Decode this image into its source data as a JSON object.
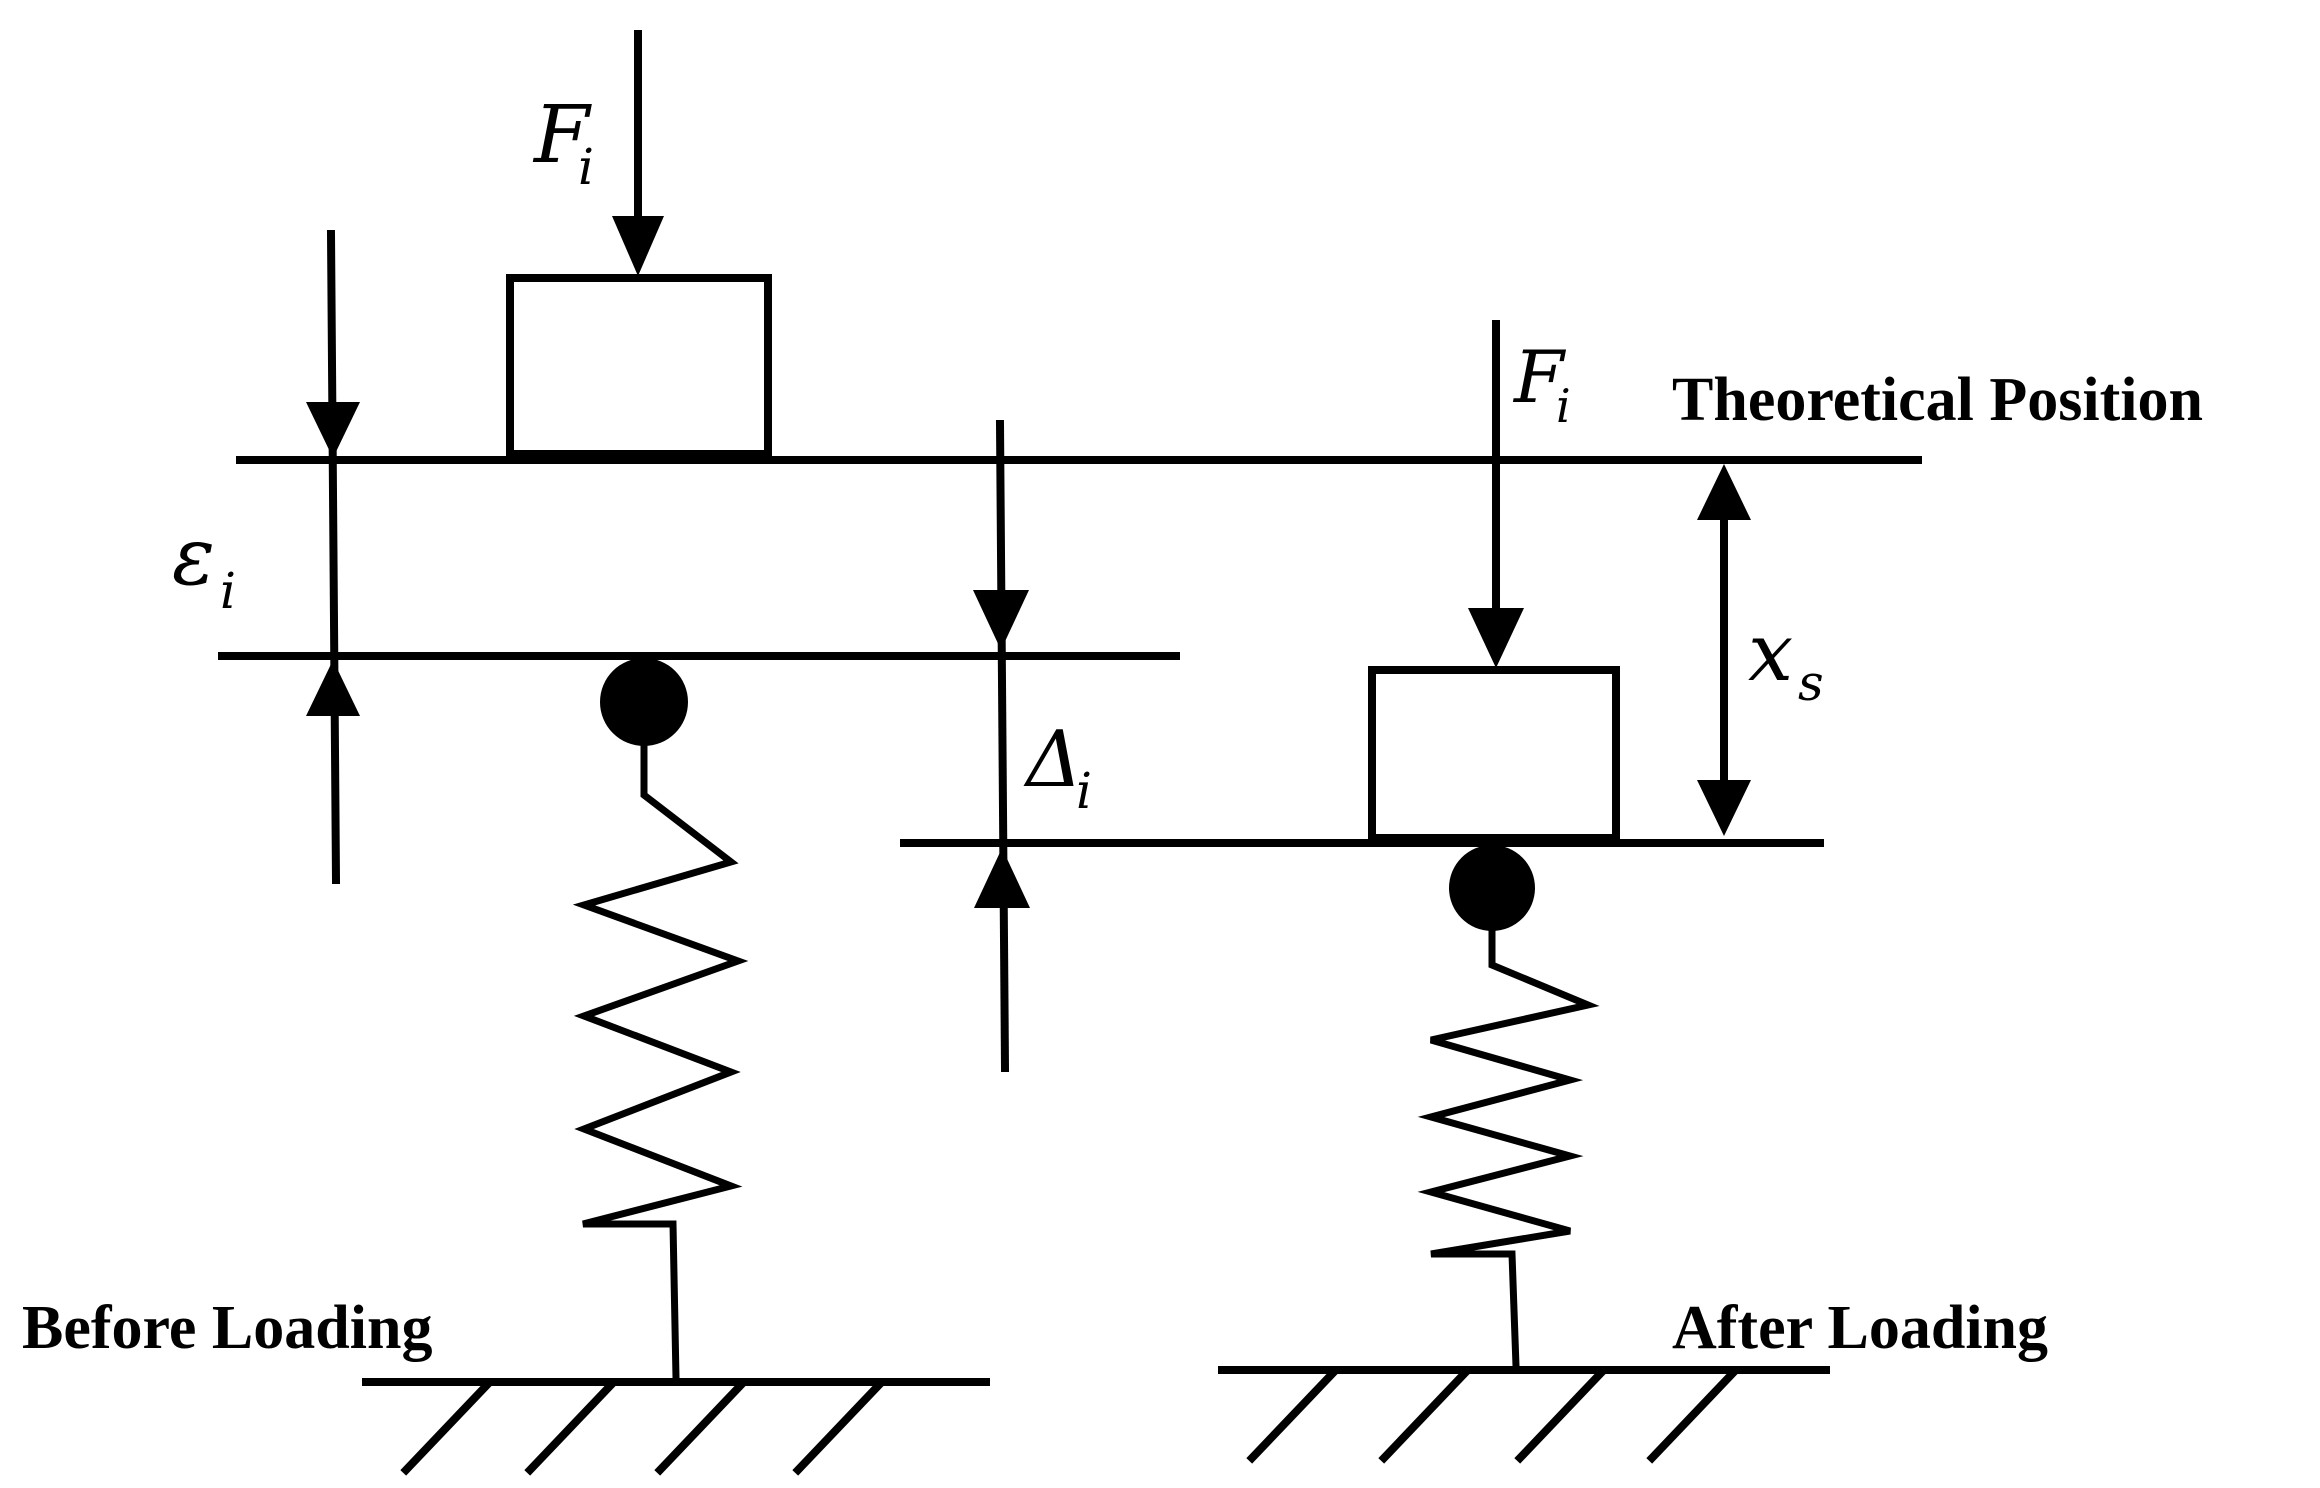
{
  "labels": {
    "theoretical_position": "Theoretical Position",
    "before_loading": "Before Loading",
    "after_loading": "After Loading"
  },
  "symbols": {
    "force_top": {
      "base": "F",
      "sub": "i"
    },
    "force_right": {
      "base": "F",
      "sub": "i"
    },
    "epsilon": {
      "base": "ε",
      "sub": "i"
    },
    "delta": {
      "base": "Δ",
      "sub": "i"
    },
    "x_s": {
      "base": "x",
      "sub": "s"
    }
  }
}
